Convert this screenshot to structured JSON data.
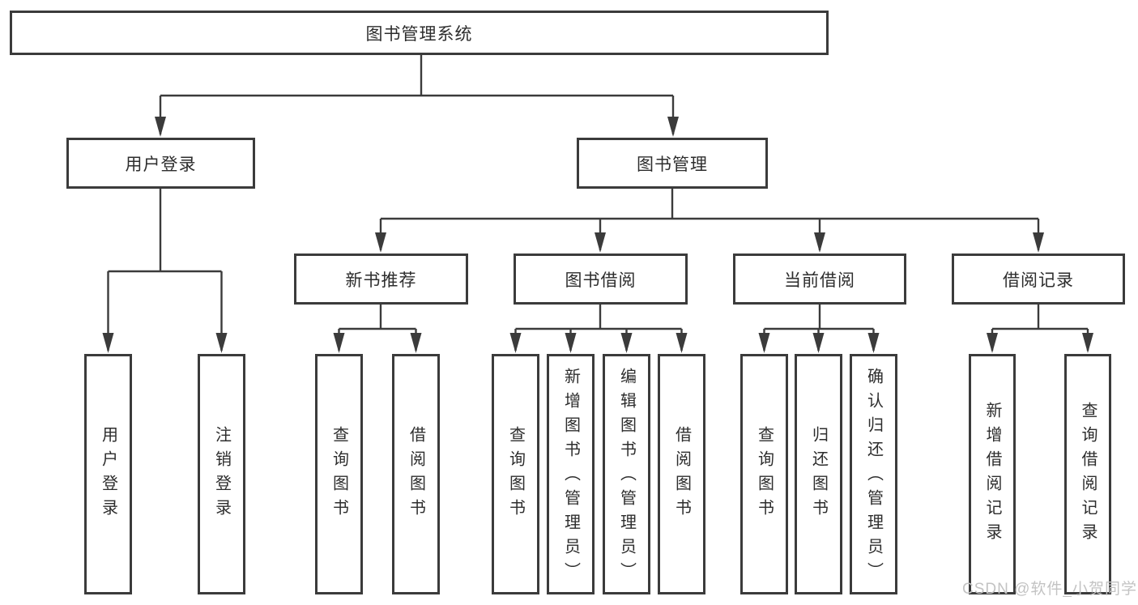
{
  "diagram": {
    "title": "图书管理系统",
    "root": {
      "label": "图书管理系统"
    },
    "level2": {
      "user_login": {
        "label": "用户登录"
      },
      "book_mgmt": {
        "label": "图书管理"
      }
    },
    "level3": {
      "new_book": {
        "label": "新书推荐"
      },
      "book_borrow": {
        "label": "图书借阅"
      },
      "current_borrow": {
        "label": "当前借阅"
      },
      "borrow_record": {
        "label": "借阅记录"
      }
    },
    "leaves": {
      "user_login": [
        "用户登录",
        "注销登录"
      ],
      "new_book": [
        "查询图书",
        "借阅图书"
      ],
      "book_borrow": [
        "查询图书",
        "新增图书（管理员）",
        "编辑图书（管理员）",
        "借阅图书"
      ],
      "current_borrow": [
        "查询图书",
        "归还图书",
        "确认归还（管理员）"
      ],
      "borrow_record": [
        "新增借阅记录",
        "查询借阅记录"
      ]
    }
  },
  "watermark": "CSDN @软件_小贺同学",
  "colors": {
    "line": "#3b3b3b",
    "text": "#2d2d2d",
    "watermark": "#c3c3c3",
    "background": "#ffffff"
  }
}
